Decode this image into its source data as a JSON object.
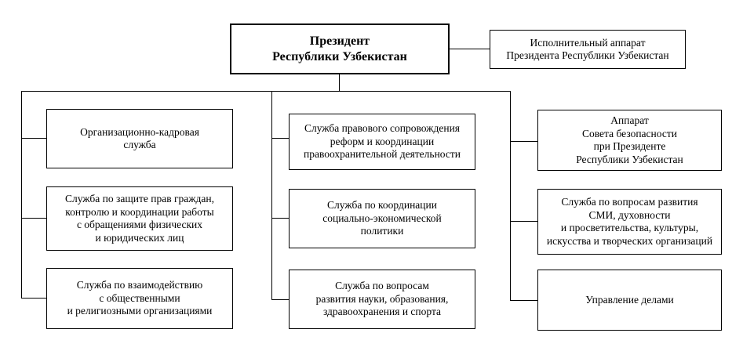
{
  "president": "Президент\nРеспублики Узбекистан",
  "executive_office": "Исполнительный аппарат\nПрезидента Республики Узбекистан",
  "left_column": [
    "Организационно-кадровая\nслужба",
    "Служба по защите прав граждан,\nконтролю и координации работы\nс обращениями физических\nи юридических лиц",
    "Служба по взаимодействию\nс общественными\nи религиозными организациями"
  ],
  "middle_column": [
    "Служба правового сопровождения\nреформ и координации\nправоохранительной деятельности",
    "Служба по координации\nсоциально-экономической\nполитики",
    "Служба по вопросам\nразвития науки, образования,\nздравоохранения и спорта"
  ],
  "right_column": [
    "Аппарат\nСовета безопасности\nпри Президенте\nРеспублики Узбекистан",
    "Служба по вопросам развития\nСМИ, духовности\nи просветительства, культуры,\nискусства и творческих организаций",
    "Управление делами"
  ]
}
